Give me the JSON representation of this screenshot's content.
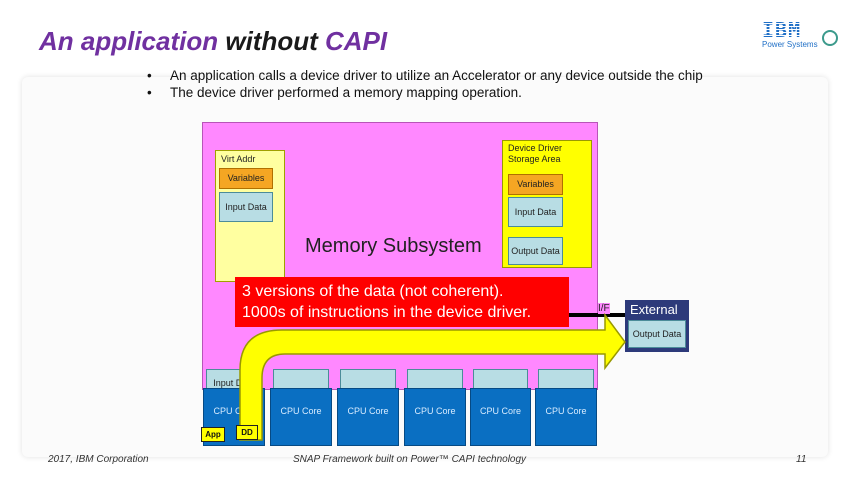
{
  "slide": {
    "title_part1": "An application ",
    "title_part2": "without ",
    "title_part3": "CAPI",
    "page_number": "11"
  },
  "logo": {
    "brand": "IBM",
    "subtitle": "Power Systems"
  },
  "bullets": [
    "An application calls a device driver to utilize an Accelerator or any device outside the chip",
    "The device driver performed a memory mapping operation."
  ],
  "diagram": {
    "memory_subsystem": "Memory Subsystem",
    "virt_addr": "Virt Addr",
    "variables": "Variables",
    "input_data": "Input Data",
    "dd_storage_area": "Device Driver Storage Area",
    "dd_variables": "Variables",
    "dd_input_data": "Input Data",
    "dd_output_data": "Output Data",
    "callout_line1": "3 versions of the data (not coherent).",
    "callout_line2": "1000s of instructions in the device driver.",
    "if_label": "I/F",
    "external": "External",
    "external_output": "Output Data",
    "cpu_first_input": "Input Data",
    "cpu_label": "CPU Core",
    "app_tag": "App",
    "dd_tag": "DD"
  },
  "colors": {
    "title_accent": "#7030a0",
    "memory_fill": "#ff88ff",
    "virt_fill": "#ffffa0",
    "dd_area_fill": "#ffff00",
    "callout_fill": "#ff0000",
    "cpu_fill": "#0a6fc2",
    "external_fill": "#2d3a7a",
    "arrow_fill": "#ffff00"
  },
  "footer": {
    "left": "2017, IBM Corporation",
    "center": "SNAP Framework built on Power™ CAPI technology"
  }
}
